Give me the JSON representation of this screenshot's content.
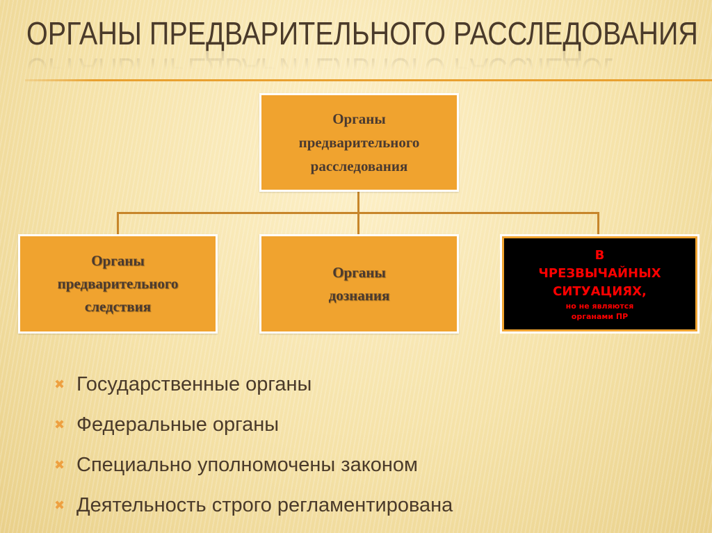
{
  "slide": {
    "title": "ОРГАНЫ ПРЕДВАРИТЕЛЬНОГО РАССЛЕДОВАНИЯ"
  },
  "diagram": {
    "root": {
      "lines": [
        "Органы",
        "предварительного",
        "расследования"
      ]
    },
    "children": [
      {
        "lines": [
          "Органы",
          "предварительного",
          "следствия"
        ]
      },
      {
        "lines": [
          "Органы",
          "дознания"
        ]
      },
      {
        "lines_big": [
          "В",
          "ЧРЕЗВЫЧАЙНЫХ",
          "СИТУАЦИЯХ,"
        ],
        "lines_small": [
          "но не являются",
          "органами ПР"
        ],
        "colors": {
          "background": "#000000",
          "text": "#ff0000"
        }
      }
    ],
    "colors": {
      "box_fill": "#f0a32f",
      "box_border": "#ffffff",
      "connector": "#c7852a",
      "text": "#4a3a30"
    }
  },
  "bullets": {
    "icon": "x-mark-icon",
    "icon_glyph": "✖",
    "items": [
      "Государственные органы",
      "Федеральные органы",
      "Специально уполномочены законом",
      "Деятельность строго регламентирована"
    ]
  }
}
